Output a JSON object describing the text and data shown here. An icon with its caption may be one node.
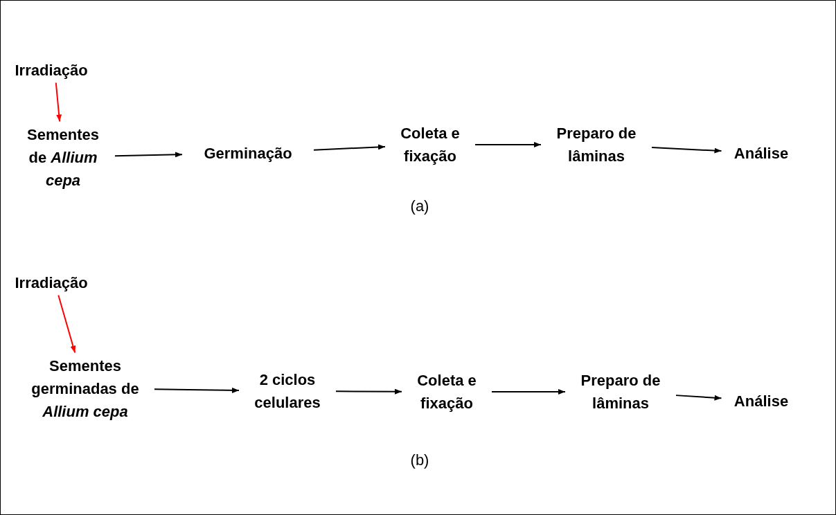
{
  "diagram": {
    "nodes": [
      {
        "text": [
          "Irradiação"
        ]
      },
      {
        "text": [
          "Sementes de *Allium cepa*"
        ]
      },
      {
        "text": [
          "Germinação"
        ]
      },
      {
        "text": [
          "Coleta e fixação"
        ]
      },
      {
        "text": [
          "Preparo de lâminas"
        ]
      },
      {
        "text": [
          "Análise"
        ]
      },
      {
        "text": [
          "Irradiação"
        ]
      },
      {
        "text": [
          "Sementes germinadas de *Allium cepa*"
        ]
      },
      {
        "text": [
          "2 ciclos celulares"
        ]
      },
      {
        "text": [
          "Coleta e fixação"
        ]
      },
      {
        "text": [
          "Preparo de lâminas"
        ]
      },
      {
        "text": [
          "Análise"
        ]
      }
    ],
    "edges": [
      {
        "from": 0,
        "to": 1,
        "arrow": "to",
        "color": "#ff0000"
      },
      {
        "from": 1,
        "to": 2,
        "arrow": "to"
      },
      {
        "from": 2,
        "to": 3,
        "arrow": "to"
      },
      {
        "from": 3,
        "to": 4,
        "arrow": "to"
      },
      {
        "from": 4,
        "to": 5,
        "arrow": "to"
      },
      {
        "from": 6,
        "to": 7,
        "arrow": "to",
        "color": "#ff0000"
      },
      {
        "from": 7,
        "to": 8,
        "arrow": "to"
      },
      {
        "from": 8,
        "to": 9,
        "arrow": "to"
      },
      {
        "from": 9,
        "to": 10,
        "arrow": "to"
      },
      {
        "from": 10,
        "to": 11,
        "arrow": "to"
      }
    ],
    "labels": [
      "(a)",
      "(b)"
    ]
  }
}
